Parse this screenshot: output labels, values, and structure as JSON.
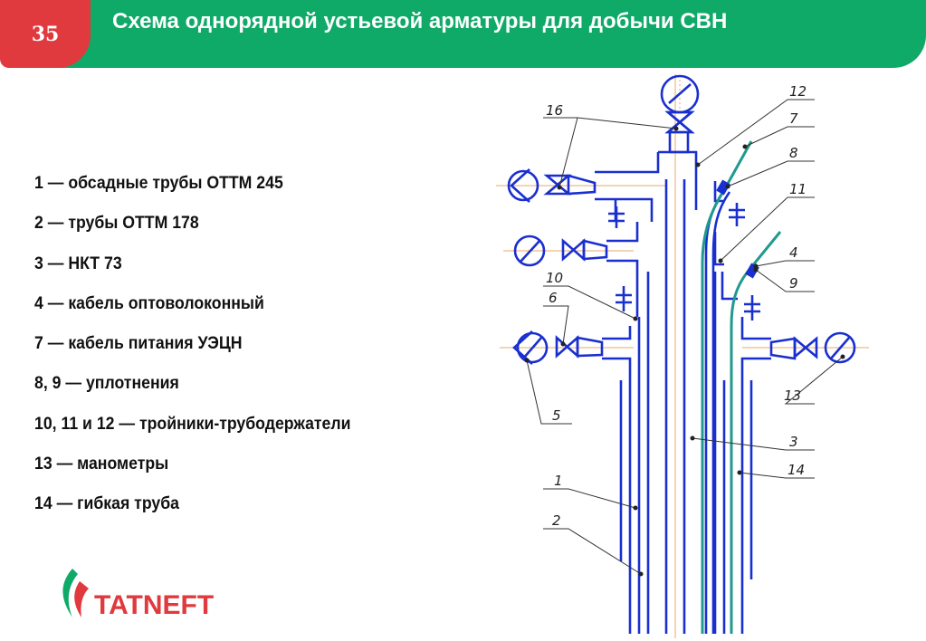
{
  "header": {
    "page_number": "35",
    "title": "Схема однорядной устьевой арматуры для добычи СВН"
  },
  "legend": [
    "1 — обсадные трубы ОТТМ 245",
    "2  —  трубы ОТТМ 178",
    "3  —  НКТ 73",
    "4  —  кабель оптоволоконный",
    "7  —  кабель питания УЭЦН",
    "8, 9  —  уплотнения",
    "10, 11 и 12  —  тройники-трубодержатели",
    "13  —  манометры",
    "14  —  гибкая труба"
  ],
  "logo": {
    "text": "TATNEFT",
    "accent_color": "#e0393e",
    "leaf_color": "#0fa968"
  },
  "diagram": {
    "labels": {
      "c1": "1",
      "c2": "2",
      "c3": "3",
      "c4": "4",
      "c5": "5",
      "c6": "6",
      "c7": "7",
      "c8": "8",
      "c9": "9",
      "c10": "10",
      "c11": "11",
      "c12": "12",
      "c13": "13",
      "c14": "14",
      "c16": "16"
    }
  },
  "colors": {
    "header_green": "#0fa968",
    "badge_red": "#e0393e",
    "pipe_blue": "#1a2fd0",
    "cable_teal": "#1f9a8e",
    "axis_orange": "#e8a868"
  }
}
